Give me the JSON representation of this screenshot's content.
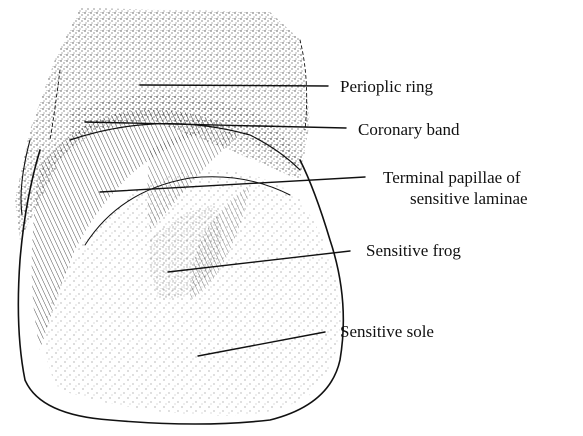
{
  "labels": {
    "perioplic_ring": "Perioplic ring",
    "coronary_band": "Coronary band",
    "terminal_papillae_line1": "Terminal papillae of",
    "terminal_papillae_line2": "sensitive laminae",
    "sensitive_frog": "Sensitive frog",
    "sensitive_sole": "Sensitive sole"
  },
  "colors": {
    "ink": "#111111",
    "stipple": "#222222",
    "background": "#ffffff"
  }
}
